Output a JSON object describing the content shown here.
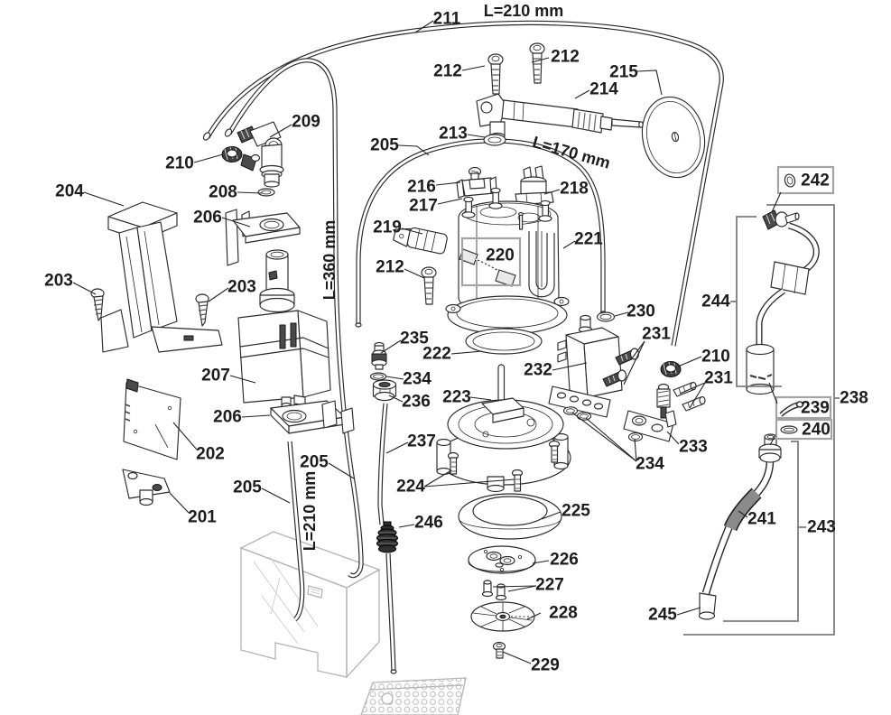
{
  "title": "Espresso machine exploded parts diagram",
  "colors": {
    "line": "#2a2a2a",
    "light_gray": "#b5b5b5",
    "box_frame": "#a3a3a3",
    "text": "#1d1d1f",
    "grip": "#8a8a8a"
  },
  "labels": {
    "p201": "201",
    "p202": "202",
    "p203a": "203",
    "p203b": "203",
    "p204": "204",
    "p205a": "205",
    "p205b": "205",
    "p205c": "205",
    "p206a": "206",
    "p206b": "206",
    "p207": "207",
    "p208": "208",
    "p209": "209",
    "p210a": "210",
    "p210b": "210",
    "p211": "211",
    "p212a": "212",
    "p212b": "212",
    "p212c": "212",
    "p213": "213",
    "p214": "214",
    "p215": "215",
    "p216": "216",
    "p217": "217",
    "p218": "218",
    "p219": "219",
    "p220": "220",
    "p221": "221",
    "p222": "222",
    "p223": "223",
    "p224": "224",
    "p225": "225",
    "p226": "226",
    "p227": "227",
    "p228": "228",
    "p229": "229",
    "p230": "230",
    "p231a": "231",
    "p231b": "231",
    "p232": "232",
    "p233": "233",
    "p234a": "234",
    "p234b": "234",
    "p235": "235",
    "p236": "236",
    "p237": "237",
    "p238": "238",
    "p239": "239",
    "p240": "240",
    "p241": "241",
    "p242": "242",
    "p243": "243",
    "p244": "244",
    "p245": "245",
    "p246": "246"
  },
  "dims": {
    "top_tube": "L=210 mm",
    "arc_tube": "L=170 mm",
    "long_tube": "L=360 mm",
    "left_tube": "L=210 mm"
  }
}
